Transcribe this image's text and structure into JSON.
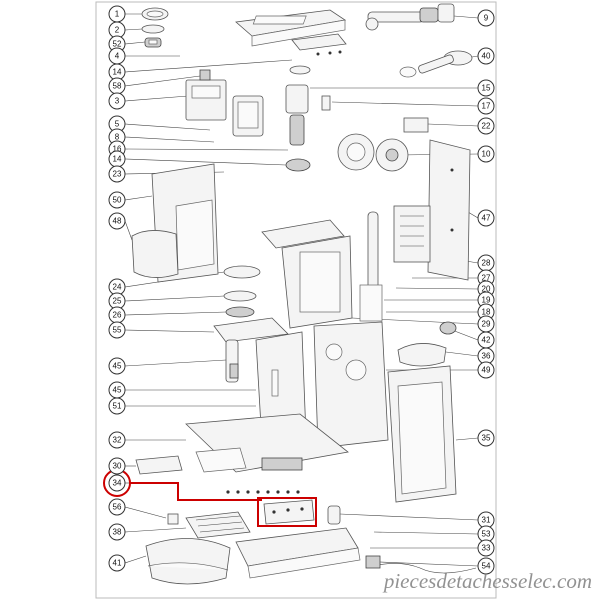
{
  "diagram": {
    "highlight_color": "#cc0000",
    "watermark": "piecesdetachesselec.com",
    "left_callouts": [
      "1",
      "2",
      "52",
      "4",
      "14",
      "58",
      "3",
      "5",
      "8",
      "16",
      "14",
      "23",
      "50",
      "48",
      "24",
      "25",
      "26",
      "55",
      "45",
      "45",
      "51",
      "32",
      "30",
      "34",
      "56",
      "38",
      "41"
    ],
    "right_callouts": [
      "9",
      "40",
      "15",
      "17",
      "22",
      "10",
      "47",
      "28",
      "27",
      "20",
      "19",
      "18",
      "29",
      "42",
      "36",
      "49",
      "35",
      "31",
      "53",
      "33",
      "54"
    ]
  }
}
